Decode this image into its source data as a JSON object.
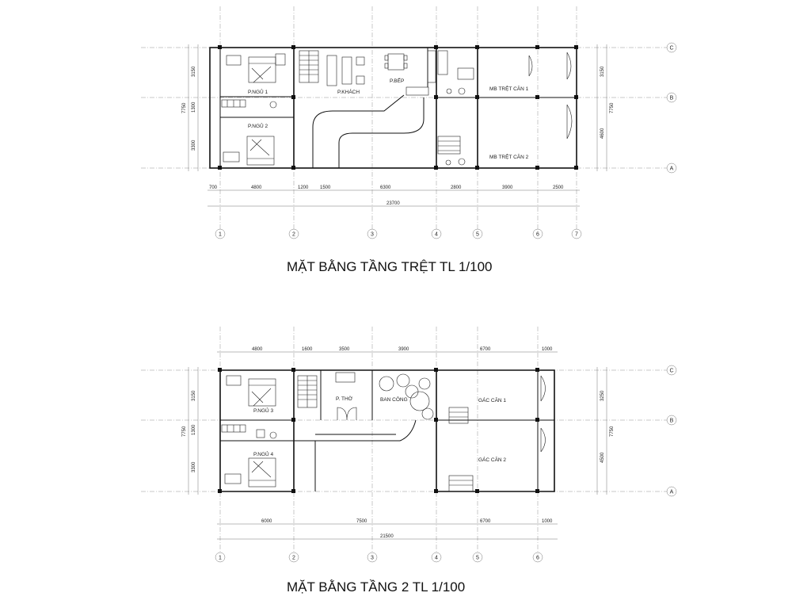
{
  "plans": [
    {
      "title": "MẶT BẰNG TẦNG TRỆT TL 1/100",
      "rooms": [
        "P.NGỦ 1",
        "P.NGỦ 2",
        "P.KHÁCH",
        "P.BẾP",
        "MB TRỆT CĂN 1",
        "MB TRỆT CĂN 2"
      ],
      "dims_bottom": [
        "700",
        "4800",
        "1200",
        "1500",
        "6300",
        "2800",
        "3900",
        "2500"
      ],
      "total": "23700",
      "dims_left": [
        "3150",
        "1300",
        "3300"
      ],
      "dim_left_total": "7750",
      "dims_right": [
        "3150",
        "4600"
      ],
      "dim_right_total": "7750",
      "axes_x": [
        "1",
        "2",
        "3",
        "4",
        "5",
        "6",
        "7"
      ],
      "axes_y": [
        "C",
        "B",
        "A"
      ]
    },
    {
      "title": "MẶT BẰNG TẦNG 2 TL 1/100",
      "rooms": [
        "P.NGỦ 3",
        "P.NGỦ 4",
        "P. THỜ",
        "BAN CÔNG",
        "GÁC CĂN 1",
        "GÁC CĂN 2"
      ],
      "dims_top": [
        "4800",
        "1600",
        "3500",
        "3900",
        "6700",
        "1000"
      ],
      "dims_bottom": [
        "6000",
        "7500",
        "6700",
        "1000"
      ],
      "total": "21500",
      "dims_left": [
        "3150",
        "1300",
        "3300"
      ],
      "dim_left_total": "7750",
      "dims_right": [
        "3250",
        "4500"
      ],
      "dim_right_total": "7750",
      "axes_x": [
        "1",
        "2",
        "3",
        "4",
        "5",
        "6"
      ],
      "axes_y": [
        "C",
        "B",
        "A"
      ]
    }
  ]
}
